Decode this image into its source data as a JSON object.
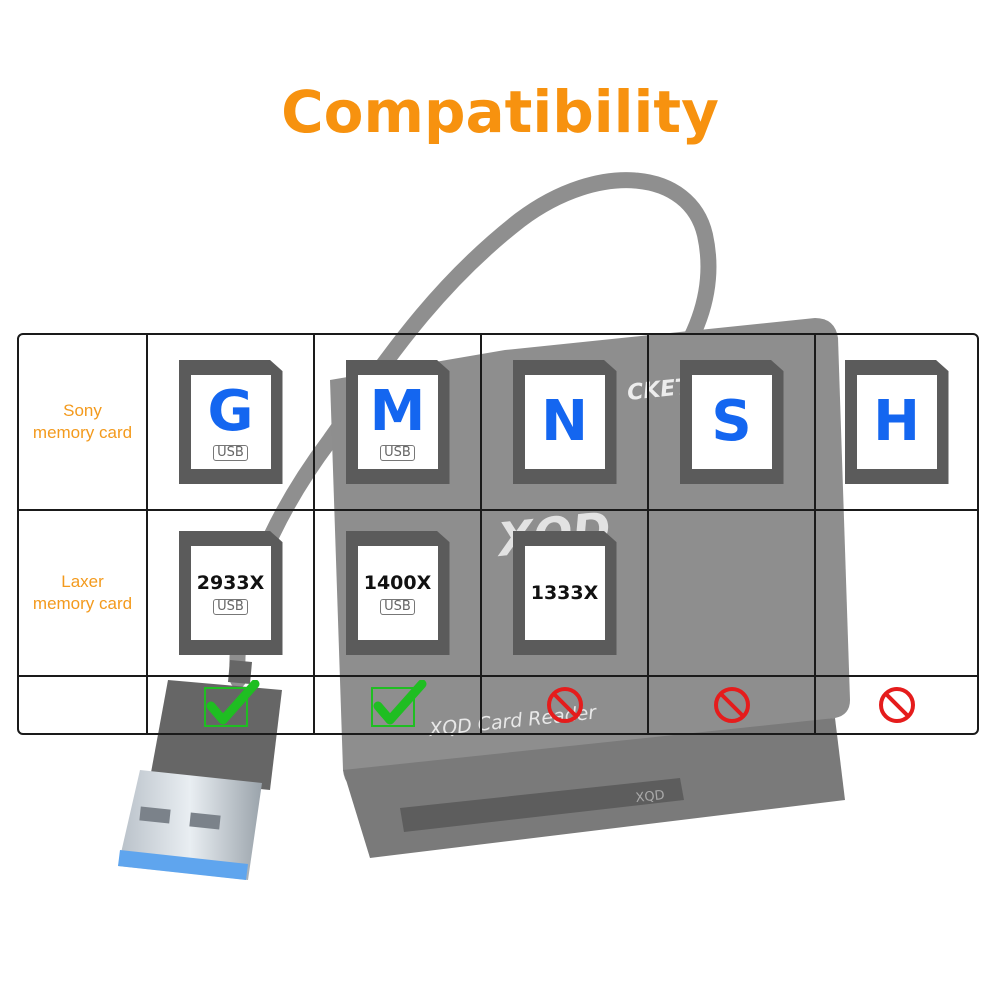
{
  "title": "Compatibility",
  "colors": {
    "title": "#f7920f",
    "row_label": "#f39a1d",
    "card_letter": "#1466f0",
    "check": "#1fbe22",
    "no": "#e51c1c",
    "card_body": "#5b5b5b"
  },
  "rows": [
    {
      "label_line1": "Sony",
      "label_line2": "memory card"
    },
    {
      "label_line1": "Laxer",
      "label_line2": "memory card"
    }
  ],
  "sony_cards": [
    {
      "letter": "G",
      "usb": "USB"
    },
    {
      "letter": "M",
      "usb": "USB"
    },
    {
      "letter": "N",
      "usb": ""
    },
    {
      "letter": "S",
      "usb": ""
    },
    {
      "letter": "H",
      "usb": ""
    }
  ],
  "laxer_cards": [
    {
      "model": "2933X",
      "usb": "USB"
    },
    {
      "model": "1400X",
      "usb": "USB"
    },
    {
      "model": "1333X",
      "usb": ""
    }
  ],
  "support": [
    "check-icon",
    "check-icon",
    "no-icon",
    "no-icon",
    "no-icon"
  ],
  "product_text": {
    "brand": "CKET",
    "logo": "XQD",
    "name": "XQD Card Reader",
    "slot": "XQD"
  }
}
